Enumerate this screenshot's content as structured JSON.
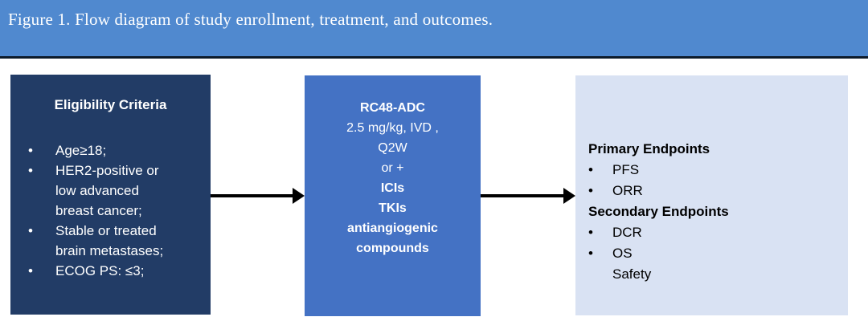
{
  "caption": {
    "text": "Figure 1. Flow diagram of study enrollment, treatment, and outcomes."
  },
  "colors": {
    "header_bar": "#5089CF",
    "header_rule": "#0D1B2A",
    "eligibility_box": "#223C66",
    "treatment_box": "#4472C4",
    "endpoints_box": "#D9E2F3",
    "arrow": "#000000",
    "light_text": "#FFFFFF",
    "dark_text": "#000000"
  },
  "eligibility": {
    "title": "Eligibility Criteria",
    "bullet_glyph": "•",
    "items": [
      "Age≥18;",
      "HER2-positive or\nlow advanced\nbreast cancer;",
      "Stable or treated\nbrain metastases;",
      "ECOG PS: ≤3;"
    ]
  },
  "treatment": {
    "lines": [
      {
        "text": "RC48-ADC",
        "bold": true
      },
      {
        "text": "2.5 mg/kg, IVD ,",
        "bold": false
      },
      {
        "text": "Q2W",
        "bold": false
      },
      {
        "text": "or +",
        "bold": false
      },
      {
        "text": "ICIs",
        "bold": true
      },
      {
        "text": "TKIs",
        "bold": true
      },
      {
        "text": "antiangiogenic",
        "bold": true
      },
      {
        "text": "compounds",
        "bold": true
      }
    ]
  },
  "endpoints": {
    "bullet_glyph": "•",
    "groups": [
      {
        "heading": "Primary Endpoints",
        "items": [
          {
            "label": "PFS",
            "bulleted": true
          },
          {
            "label": "ORR",
            "bulleted": true
          }
        ]
      },
      {
        "heading": "Secondary Endpoints",
        "items": [
          {
            "label": "DCR",
            "bulleted": true
          },
          {
            "label": "OS",
            "bulleted": true
          },
          {
            "label": "Safety",
            "bulleted": false
          }
        ]
      }
    ]
  },
  "arrows": [
    {
      "name": "eligibility-to-treatment",
      "direction": "right"
    },
    {
      "name": "treatment-to-endpoints",
      "direction": "right"
    }
  ]
}
